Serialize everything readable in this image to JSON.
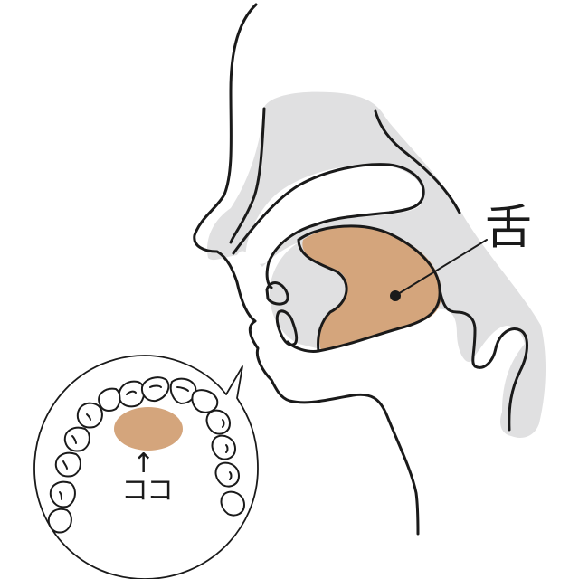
{
  "figure": {
    "type": "anatomical-illustration",
    "subject": "side-profile head showing tongue position, with inset of upper palate",
    "colors": {
      "line": "#1a1a1a",
      "tissue_gray": "#e0e0e1",
      "tongue": "#d4a57c",
      "background": "#ffffff"
    }
  },
  "labels": {
    "tongue": "舌",
    "here_arrow": "↑",
    "here": "ココ"
  },
  "inset": {
    "description": "upper dental arch viewed from below with highlighted palate spot",
    "teeth_count": 14
  }
}
